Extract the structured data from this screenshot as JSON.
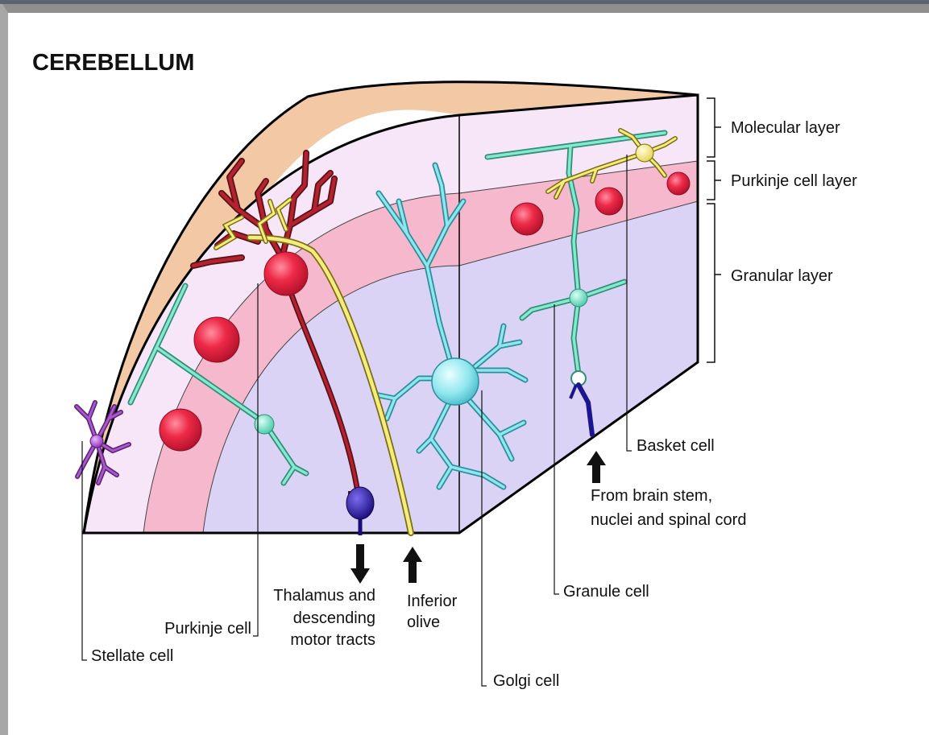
{
  "diagram": {
    "title": "CEREBELLUM",
    "layers": {
      "molecular": "Molecular layer",
      "purkinje": "Purkinje cell layer",
      "granular": "Granular layer"
    },
    "cells": {
      "basket": "Basket cell",
      "granule": "Granule cell",
      "golgi": "Golgi cell",
      "purkinje": "Purkinje cell",
      "stellate": "Stellate cell"
    },
    "pathways": {
      "brainstem_line1": "From brain stem,",
      "brainstem_line2": "nuclei and spinal cord",
      "thalamus_line1": "Thalamus and",
      "thalamus_line2": "descending",
      "thalamus_line3": "motor tracts",
      "olive_line1": "Inferior",
      "olive_line2": "olive"
    },
    "colors": {
      "molecular_layer": "#f7e6f7",
      "purkinje_layer": "#f6b8cc",
      "granular_layer": "#dbd3f6",
      "top_surface": "#f2c9a4",
      "purkinje_soma": "#e8203e",
      "purkinje_dendrite": "#9a1f2a",
      "climbing_fiber": "#f2ea7a",
      "granule_parallel_fiber": "#6dd9c0",
      "golgi_cell": "#7ad8e0",
      "stellate_cell": "#9440b0",
      "mossy_fiber": "#1b1690",
      "deep_nucleus": "#2a1494"
    }
  }
}
